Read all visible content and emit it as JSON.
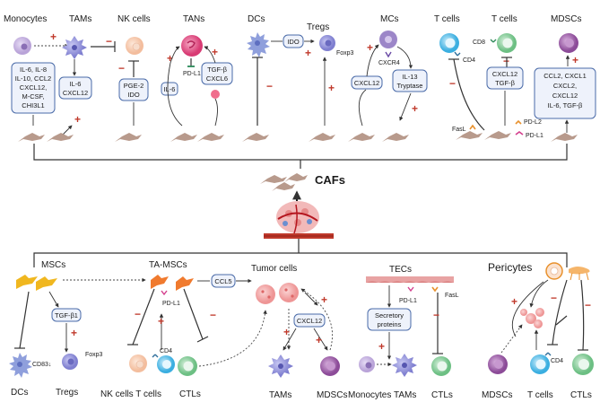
{
  "top": {
    "monocytes": "Monocytes",
    "tams": "TAMs",
    "nk_cells": "NK cells",
    "tans": "TANs",
    "dcs": "DCs",
    "tregs": "Tregs",
    "mcs": "MCs",
    "t_cells_1": "T cells",
    "t_cells_2": "T cells",
    "mdscs": "MDSCs",
    "box_mono": [
      "IL-6, IL-8",
      "IL-10, CCL2",
      "CXCL12,",
      "M-CSF,",
      "CHI3L1"
    ],
    "box_tams": [
      "IL-6",
      "CXCL12"
    ],
    "box_nk": [
      "PGE-2",
      "IDO"
    ],
    "box_tans_il6": "IL-6",
    "box_tans_tgf": [
      "TGF-β",
      "CXCL6"
    ],
    "pdl1_tans": "PD-L1",
    "box_ido": "IDO",
    "foxp3": "Foxp3",
    "cxcr4": "CXCR4",
    "box_cxcl12": "CXCL12",
    "box_il13": [
      "IL-13",
      "Tryptase"
    ],
    "cd8": "CD8",
    "cd4": "CD4",
    "box_tcell": [
      "CXCL12",
      "TGF-β"
    ],
    "fasl": "FasL",
    "pdl2": "PD-L2",
    "pdl1": "PD-L1",
    "box_mdsc": [
      "CCL2, CXCL1",
      "CXCL2,",
      "CXCL12",
      "IL-6, TGF-β"
    ]
  },
  "center": {
    "cafs": "CAFs"
  },
  "bottom": {
    "mscs": "MSCs",
    "ta_mscs": "TA-MSCs",
    "tumor_cells": "Tumor cells",
    "tecs": "TECs",
    "pericytes": "Pericytes",
    "box_tgfb1": "TGF-β1",
    "cd83": "CD83↓",
    "foxp3": "Foxp3",
    "pdl1_ta": "PD-L1",
    "cd4": "CD4",
    "box_ccl5": "CCL5",
    "box_cxcl12": "CXCL12",
    "pdl1_tec": "PD-L1",
    "fasl": "FasL",
    "box_secretory": [
      "Secretory",
      "proteins"
    ],
    "cd4_peri": "CD4",
    "labels": {
      "dcs": "DCs",
      "tregs": "Tregs",
      "nk_t": "NK cells T cells",
      "ctls1": "CTLs",
      "tams": "TAMs",
      "mdscs": "MDSCs",
      "monocytes_tams": "Monocytes TAMs",
      "ctls2": "CTLs",
      "mdscs2": "MDSCs",
      "t_cells": "T cells",
      "ctls3": "CTLs"
    }
  },
  "colors": {
    "box_fill": "#eef2fb",
    "box_stroke": "#4a6ba8",
    "sign": "#c0392b",
    "monocyte": "#b9a3d8",
    "tam": "#8f8fd8",
    "nk": "#f6cdb4",
    "tan": "#e35a8a",
    "dc": "#8f9fdc",
    "mc": "#9c86c8",
    "tcell_blue": "#4fb7e5",
    "tcell_green": "#7ac88f",
    "mdsc": "#9b5fa5",
    "caf": "#b89a8c",
    "msc": "#f0b71f",
    "tumor": "#f2a7a7"
  }
}
